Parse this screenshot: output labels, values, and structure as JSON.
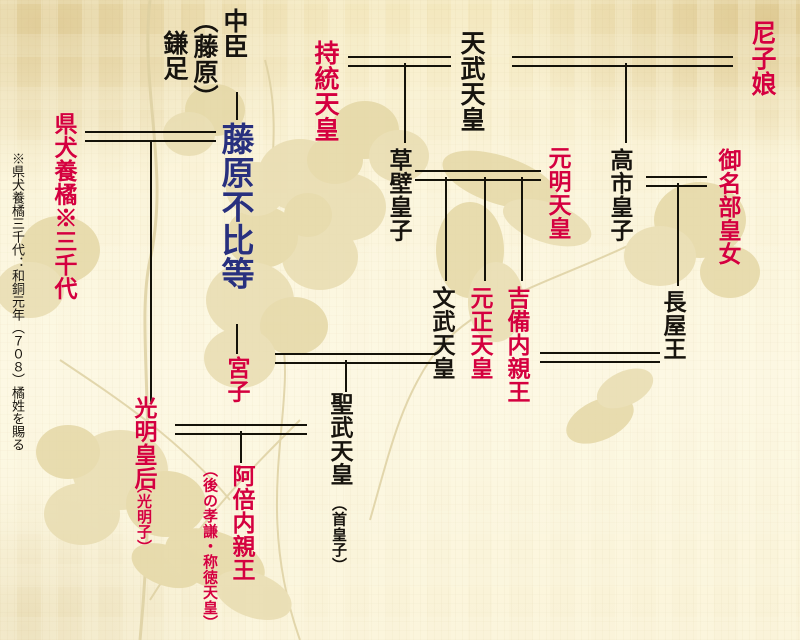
{
  "document": {
    "kind": "genealogy-chart",
    "language": "ja",
    "title_implicit": "藤原氏・天皇家系図",
    "palette": {
      "paper": "#faf3d8",
      "paper_edge": "#f0e3b8",
      "ink": "#17140e",
      "red": "#d4003f",
      "navy": "#28307e",
      "watermark": "#e8dcb0"
    }
  },
  "people": {
    "nakatomi_kamatari": "中臣",
    "nakatomi_kamatari_paren": "（藤原）",
    "nakatomi_kamatari_name": "鎌足",
    "fujiwara_fuhito": "藤原不比等",
    "agata_inukai_tachibana": "県犬養橘※三千代",
    "jito": "持統天皇",
    "tenmu": "天武天皇",
    "amako_no_iratsume": "尼子娘",
    "kusakabe": "草壁皇子",
    "genmei": "元明天皇",
    "takechi": "高市皇子",
    "minabe": "御名部皇女",
    "monmu": "文武天皇",
    "gensho": "元正天皇",
    "kibi_naishinno": "吉備内親王",
    "nagaya_o": "長屋王",
    "miyako": "宮子",
    "komyo_kogo": "光明皇后",
    "komyo_kogo_paren": "（光明子）",
    "shomu": "聖武天皇",
    "shomu_paren": "（首皇子）",
    "abe_naishinno": "阿倍内親王",
    "abe_naishinno_paren": "（後の孝謙・称徳天皇）"
  },
  "footnote": {
    "text": "※県犬養橘三千代：和銅元年（７０８）橘姓を賜る"
  },
  "relations": {
    "marriage_symbol": "double-horizontal-rule",
    "descent_symbol": "vertical-rule",
    "pairs": [
      {
        "a": "中臣（藤原）鎌足",
        "b": "",
        "child": "藤原不比等"
      },
      {
        "a": "県犬養橘※三千代",
        "b": "藤原不比等",
        "child": "光明皇后（光明子）"
      },
      {
        "a": "藤原不比等",
        "b": "",
        "child": "宮子"
      },
      {
        "a": "持統天皇",
        "b": "天武天皇",
        "child": "草壁皇子"
      },
      {
        "a": "天武天皇",
        "b": "尼子娘",
        "child": "高市皇子"
      },
      {
        "a": "草壁皇子",
        "b": "元明天皇",
        "children": [
          "文武天皇",
          "元正天皇",
          "吉備内親王"
        ]
      },
      {
        "a": "高市皇子",
        "b": "御名部皇女",
        "child": "長屋王"
      },
      {
        "a": "吉備内親王",
        "b": "長屋王",
        "child": ""
      },
      {
        "a": "文武天皇",
        "b": "宮子",
        "child": "聖武天皇（首皇子）"
      },
      {
        "a": "光明皇后（光明子）",
        "b": "聖武天皇（首皇子）",
        "child": "阿倍内親王（後の孝謙・称徳天皇）"
      }
    ]
  }
}
